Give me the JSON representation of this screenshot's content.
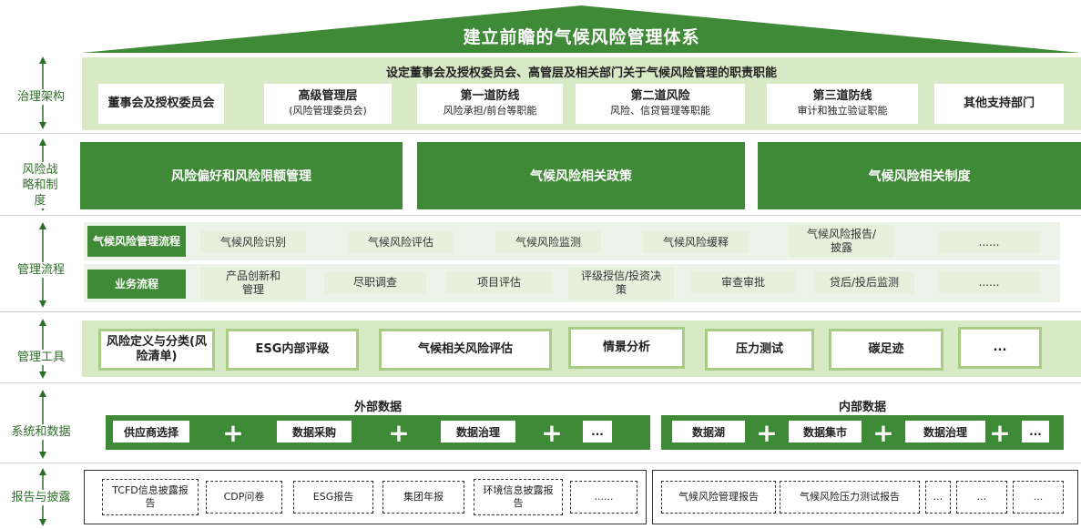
{
  "title": "建立前瞻的气候风险管理体系",
  "rows": {
    "governance": "治理架构",
    "strategy": "风险战略和制度",
    "process": "管理流程",
    "tools": "管理工具",
    "systems": "系统和数据",
    "reporting": "报告与披露"
  },
  "governance": {
    "heading": "设定董事会及授权委员会、高管层及相关部门关于气候风险管理的职责职能",
    "boxes": [
      {
        "main": "董事会及授权委员会",
        "sub": ""
      },
      {
        "main": "高级管理层",
        "sub": "(风险管理委员会)"
      },
      {
        "main": "第一道防线",
        "sub": "风险承担/前台等职能"
      },
      {
        "main": "第二道风险",
        "sub": "风险、信贷管理等职能"
      },
      {
        "main": "第三道防线",
        "sub": "审计和独立验证职能"
      },
      {
        "main": "其他支持部门",
        "sub": ""
      }
    ]
  },
  "strategy": [
    "风险偏好和风险限额管理",
    "气候风险相关政策",
    "气候风险相关制度"
  ],
  "process": {
    "row1_label": "气候风险管理流程",
    "row1_items": [
      "气候风险识别",
      "气候风险评估",
      "气候风险监测",
      "气候风险缓释",
      "气候风险报告/披露",
      "......"
    ],
    "row2_label": "业务流程",
    "row2_items": [
      "产品创新和管理",
      "尽职调查",
      "项目评估",
      "评级授信/投资决策",
      "审查审批",
      "贷后/投后监测",
      "......"
    ]
  },
  "tools": [
    "风险定义与分类(风险清单)",
    "ESG内部评级",
    "气候相关风险评估",
    "情景分析",
    "压力测试",
    "碳足迹",
    "..."
  ],
  "data": {
    "external_heading": "外部数据",
    "external_items": [
      "供应商选择",
      "数据采购",
      "数据治理",
      "..."
    ],
    "internal_heading": "内部数据",
    "internal_items": [
      "数据湖",
      "数据集市",
      "数据治理",
      "..."
    ],
    "plus": "+"
  },
  "reporting": {
    "left": [
      "TCFD信息披露报告",
      "CDP问卷",
      "ESG报告",
      "集团年报",
      "环境信息披露报告",
      "......"
    ],
    "right": [
      "气候风险管理报告",
      "气候风险压力测试报告",
      "...",
      "...",
      "..."
    ]
  },
  "colors": {
    "dark_green": "#3f8a36",
    "light_green": "#d8e9c6",
    "pale_green": "#e6f0dc",
    "label_green": "#2f6e2a"
  }
}
